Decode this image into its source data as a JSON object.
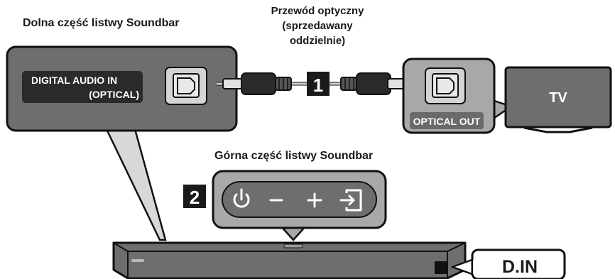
{
  "labels": {
    "bottom_part": "Dolna część listwy Soundbar",
    "cable_line1": "Przewód optyczny",
    "cable_line2": "(sprzedawany",
    "cable_line3": "oddzielnie)",
    "top_part": "Górna część listwy Soundbar"
  },
  "port_label_line1": "DIGITAL AUDIO IN",
  "port_label_line2": "(OPTICAL)",
  "optical_out": "OPTICAL OUT",
  "tv": "TV",
  "step1": "1",
  "step2": "2",
  "buttons": [
    "⏻",
    "–",
    "+",
    "⇥"
  ],
  "display": "D.IN",
  "icons": [
    "optical-port-icon",
    "power-icon",
    "minus-icon",
    "plus-icon",
    "source-icon"
  ],
  "colors": {
    "panel_gray": "#6e6e6e",
    "light_gray": "#a8a8a8",
    "dark": "#1a1a1a",
    "outline": "#111111"
  }
}
